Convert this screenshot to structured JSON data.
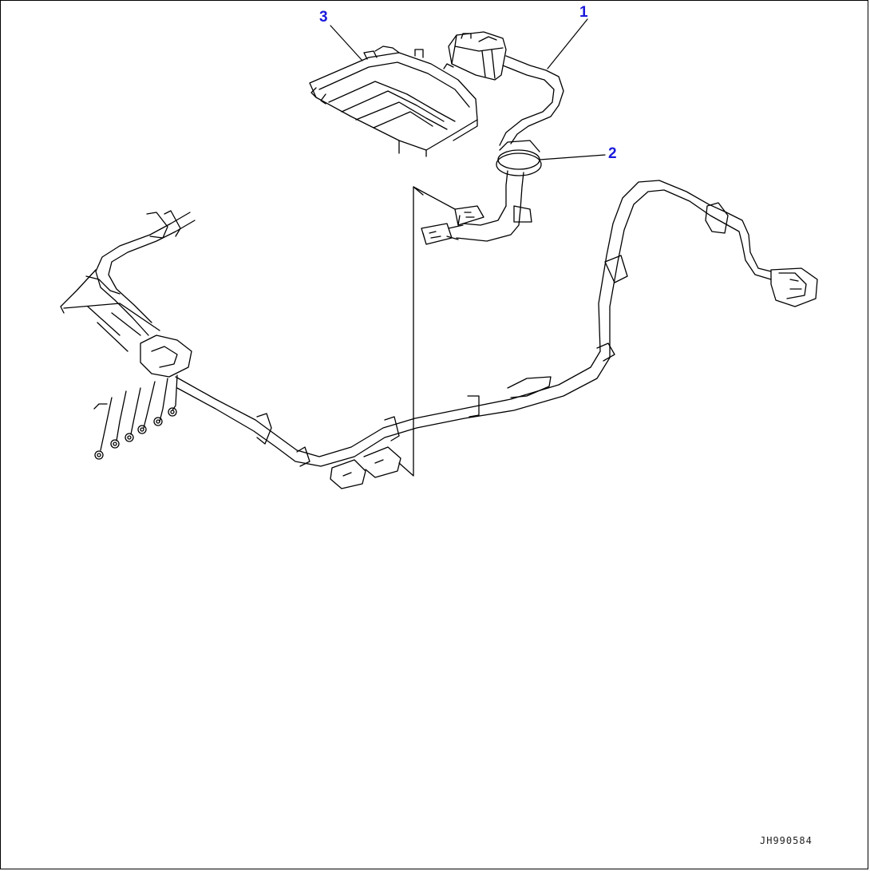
{
  "callouts": [
    {
      "id": "1",
      "label": "1"
    },
    {
      "id": "2",
      "label": "2"
    },
    {
      "id": "3",
      "label": "3"
    }
  ],
  "drawing_id": "JH990584",
  "colors": {
    "callout": "#1a1adc",
    "line": "#000000",
    "background": "#ffffff"
  }
}
